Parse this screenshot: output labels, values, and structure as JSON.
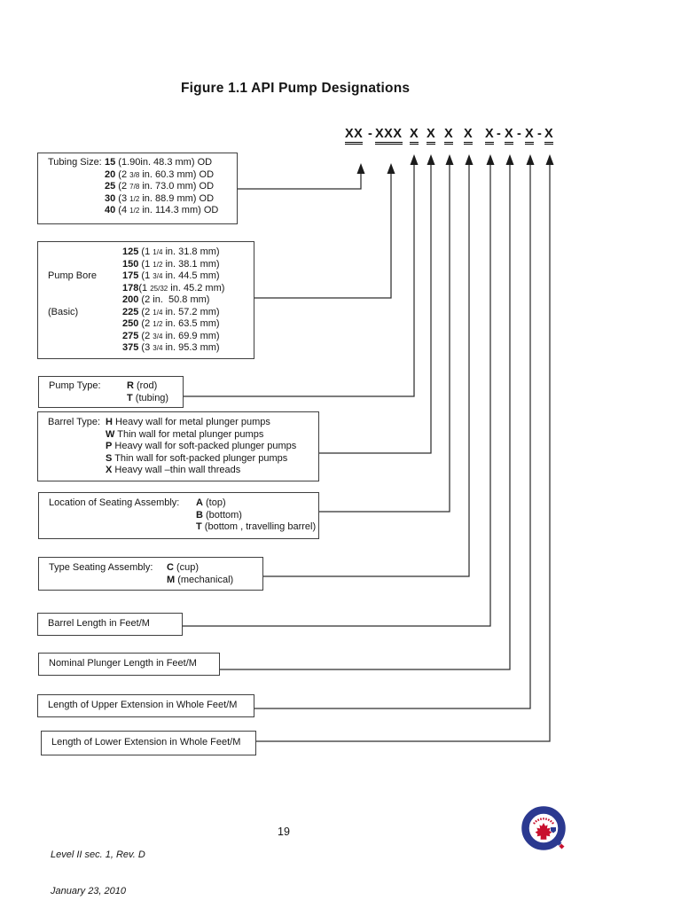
{
  "title": "Figure 1.1 API Pump Designations",
  "designation": {
    "groups": [
      "XX",
      "XXX",
      "X",
      "X",
      "X",
      "X",
      "X",
      "X",
      "X",
      "X"
    ],
    "sep": "-"
  },
  "boxes": {
    "tubing": {
      "label": "Tubing Size: ",
      "rows": [
        {
          "code": "15",
          "pre": " (1.90in. 48.3 mm) OD",
          "frac": "",
          "post": ""
        },
        {
          "code": "20",
          "pre": " (2 ",
          "frac": "3/8",
          "post": " in. 60.3 mm) OD"
        },
        {
          "code": "25",
          "pre": " (2 ",
          "frac": "7/8",
          "post": " in. 73.0 mm) OD"
        },
        {
          "code": "30",
          "pre": " (3 ",
          "frac": "1/2",
          "post": " in. 88.9 mm) OD"
        },
        {
          "code": "40",
          "pre": " (4 ",
          "frac": "1/2",
          "post": " in. 114.3 mm) OD"
        }
      ]
    },
    "bore": {
      "label1": "Pump Bore",
      "label2": "(Basic)",
      "rows": [
        {
          "code": "125",
          "pre": " (1 ",
          "frac": "1/4",
          "post": " in. 31.8 mm)"
        },
        {
          "code": "150",
          "pre": " (1 ",
          "frac": "1/2",
          "post": " in. 38.1 mm)"
        },
        {
          "code": "175",
          "pre": " (1 ",
          "frac": "3/4",
          "post": " in. 44.5 mm)"
        },
        {
          "code": "178",
          "pre": "(1 ",
          "frac": "25/32",
          "post": " in. 45.2 mm)"
        },
        {
          "code": "200",
          "pre": " (2 in.  50.8 mm)",
          "frac": "",
          "post": ""
        },
        {
          "code": "225",
          "pre": " (2 ",
          "frac": "1/4",
          "post": " in. 57.2 mm)"
        },
        {
          "code": "250",
          "pre": " (2 ",
          "frac": "1/2",
          "post": " in. 63.5 mm)"
        },
        {
          "code": "275",
          "pre": " (2 ",
          "frac": "3/4",
          "post": " in. 69.9 mm)"
        },
        {
          "code": "375",
          "pre": " (3 ",
          "frac": "3/4",
          "post": " in. 95.3 mm)"
        }
      ]
    },
    "pump_type": {
      "label": "Pump Type: ",
      "rows": [
        {
          "code": "R",
          "desc": " (rod)"
        },
        {
          "code": "T",
          "desc": " (tubing)"
        }
      ]
    },
    "barrel_type": {
      "label": "Barrel Type: ",
      "rows": [
        {
          "code": "H",
          "desc": " Heavy wall for metal plunger pumps"
        },
        {
          "code": "W",
          "desc": " Thin wall for metal plunger pumps"
        },
        {
          "code": "P",
          "desc": " Heavy wall for soft-packed plunger pumps"
        },
        {
          "code": "S",
          "desc": " Thin wall for soft-packed plunger pumps"
        },
        {
          "code": "X",
          "desc": " Heavy wall –thin wall threads"
        }
      ]
    },
    "seat_location": {
      "label": "Location of Seating Assembly:  ",
      "rows": [
        {
          "code": "A",
          "desc": " (top)"
        },
        {
          "code": "B",
          "desc": " (bottom)"
        },
        {
          "code": "T",
          "desc": " (bottom , travelling barrel)"
        }
      ]
    },
    "seat_type": {
      "label": "Type Seating Assembly:  ",
      "rows": [
        {
          "code": "C",
          "desc": " (cup)"
        },
        {
          "code": "M",
          "desc": " (mechanical)"
        }
      ]
    },
    "barrel_length": {
      "label": "Barrel Length in Feet/M"
    },
    "plunger_length": {
      "label": "Nominal Plunger Length in Feet/M"
    },
    "upper_ext": {
      "label": "Length of Upper Extension in Whole Feet/M"
    },
    "lower_ext": {
      "label": "Length of Lower Extension in Whole Feet/M"
    }
  },
  "footer": {
    "doc_ref_line1": "Level II sec. 1, Rev. D",
    "doc_ref_line2": "January 23, 2010",
    "page_number": "19"
  },
  "logo": {
    "ring_color": "#2b3990",
    "leaf_color": "#c8102e"
  }
}
